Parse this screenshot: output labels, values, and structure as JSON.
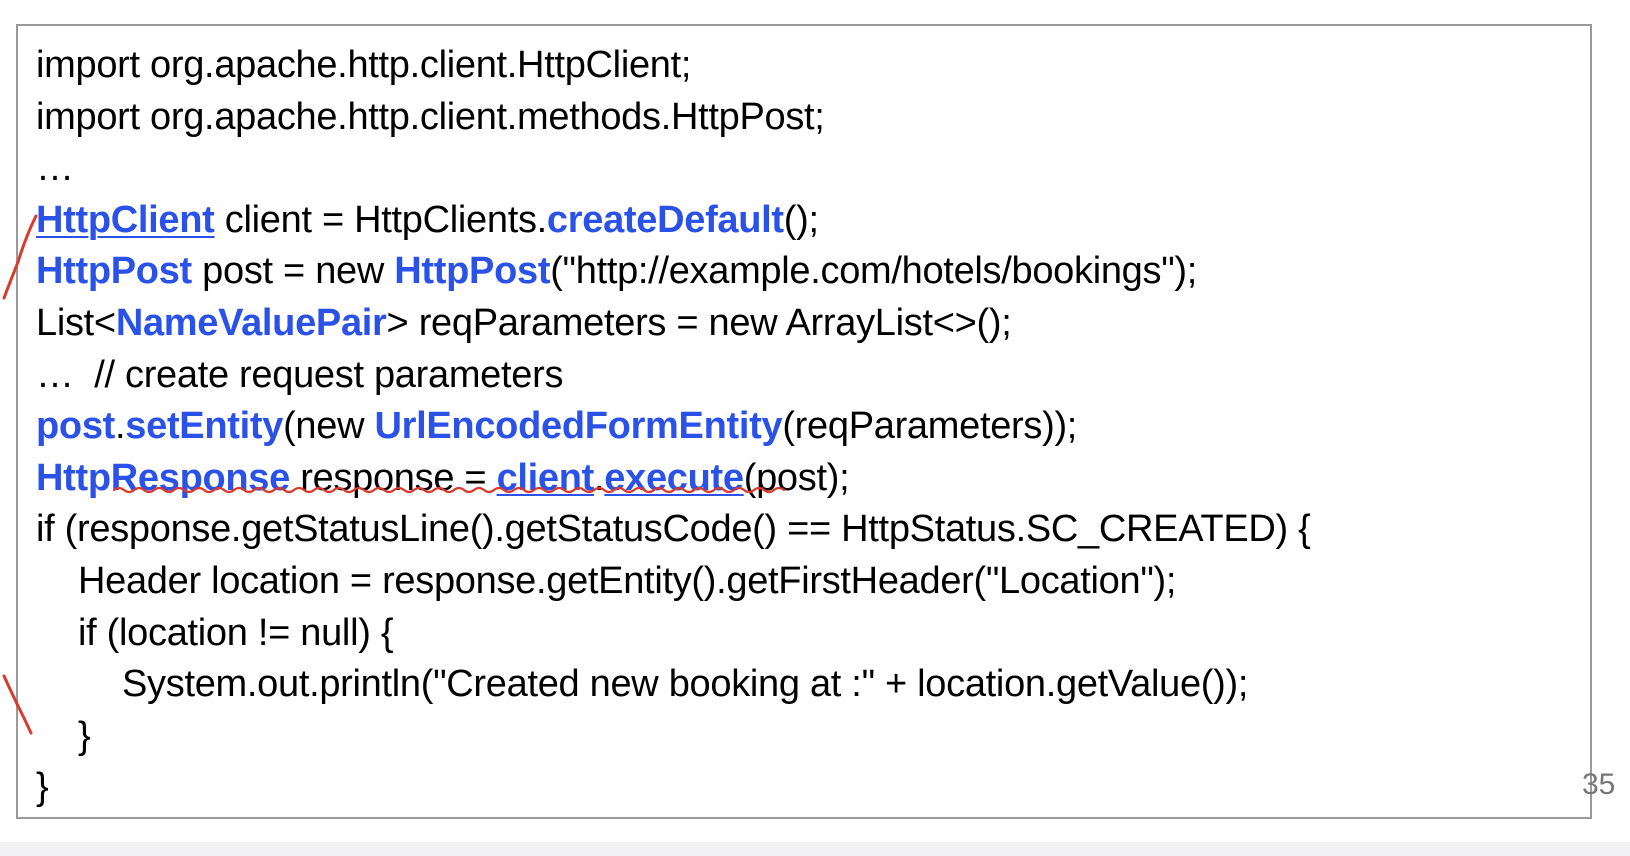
{
  "slide": {
    "page_number": "35",
    "lines": {
      "l1": "import org.apache.http.client.HttpClient;",
      "l2": "import org.apache.http.client.methods.HttpPost;",
      "l3": "…",
      "l4": {
        "a": "HttpClient",
        "b": " client = HttpClients.",
        "c": "createDefault",
        "d": "();"
      },
      "l5": {
        "a": "HttpPost",
        "b": " post = new ",
        "c": "HttpPost",
        "d": "(\"http://example.com/hotels/bookings\");"
      },
      "l6": {
        "a": "List<",
        "b": "NameValuePair",
        "c": "> reqParameters = new ArrayList<>();"
      },
      "l7": "…  // create request parameters",
      "l8": {
        "a": "post",
        "b": ".",
        "c": "setEntity",
        "d": "(new ",
        "e": "UrlEncodedFormEntity",
        "f": "(reqParameters));"
      },
      "l9": {
        "a": "HttpResponse",
        "b": " response = ",
        "c": "client",
        "d": ".",
        "e": "execute",
        "f": "(post);"
      },
      "l10": "if (response.getStatusLine().getStatusCode() == HttpStatus.SC_CREATED) {",
      "l11": "Header location = response.getEntity().getFirstHeader(\"Location\");",
      "l12": "if (location != null) {",
      "l13": "System.out.println(\"Created new booking at :\" + location.getValue());",
      "l14": "}",
      "l15": "}"
    }
  },
  "colors": {
    "keyword_blue": "#2a51e8",
    "annotation_red": "#d93a2b",
    "frame_gray": "#9a9a9a"
  }
}
